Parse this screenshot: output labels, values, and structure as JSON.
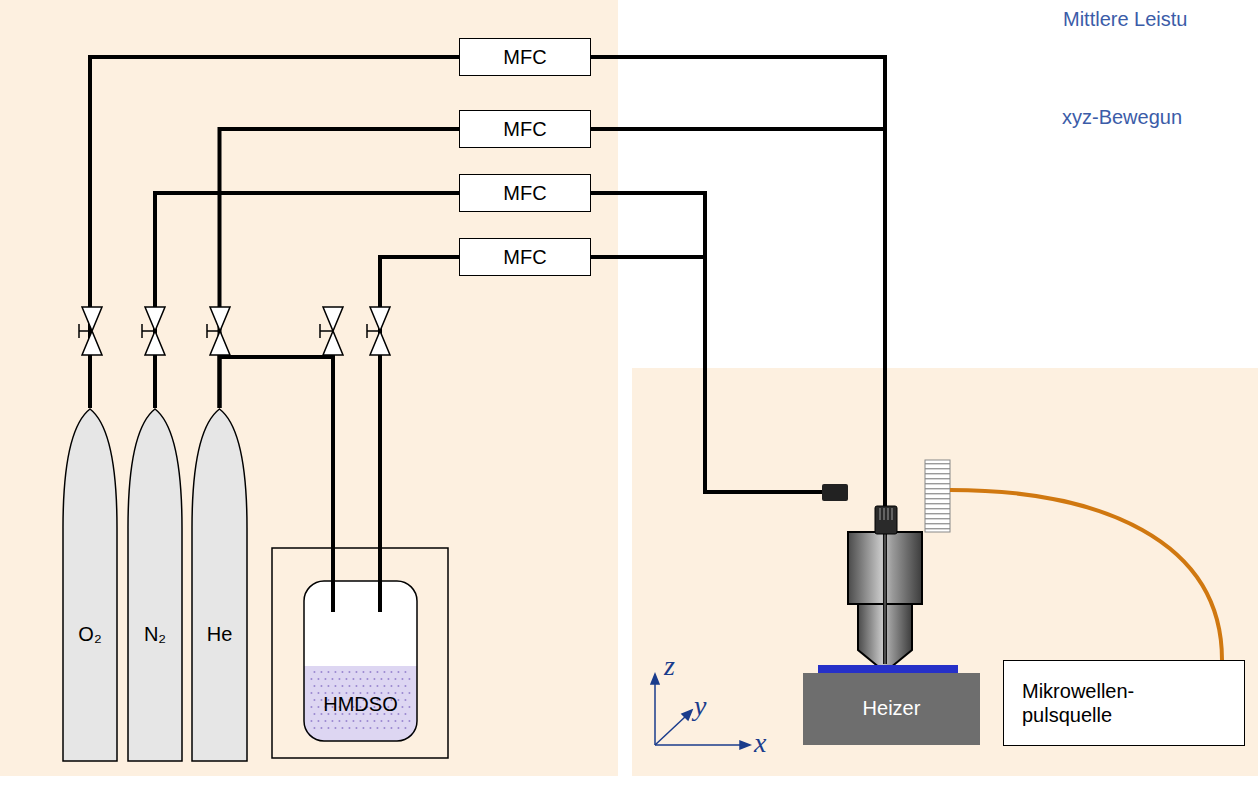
{
  "diagram": {
    "nodes": [
      {
        "text": [
          "MFC"
        ]
      },
      {
        "text": [
          "MFC"
        ]
      },
      {
        "text": [
          "MFC"
        ]
      },
      {
        "text": [
          "MFC"
        ]
      },
      {
        "text": [
          "O₂"
        ]
      },
      {
        "text": [
          "N₂"
        ]
      },
      {
        "text": [
          "He"
        ]
      },
      {
        "text": [
          "HMDSO"
        ]
      },
      {
        "text": [
          "Heizer"
        ]
      },
      {
        "text": [
          "Mikrowellen- pulsquelle"
        ]
      }
    ],
    "edges": [
      {
        "from": 4,
        "to": 0,
        "arrow": "none"
      },
      {
        "from": 6,
        "to": 1,
        "arrow": "none"
      },
      {
        "from": 5,
        "to": 2,
        "arrow": "none"
      },
      {
        "from": 6,
        "to": 7,
        "arrow": "none"
      },
      {
        "from": 7,
        "to": 3,
        "arrow": "none"
      }
    ],
    "labels": [
      "Mittlere Leistu",
      "xyz-Bewegun",
      "z",
      "y",
      "x"
    ]
  }
}
